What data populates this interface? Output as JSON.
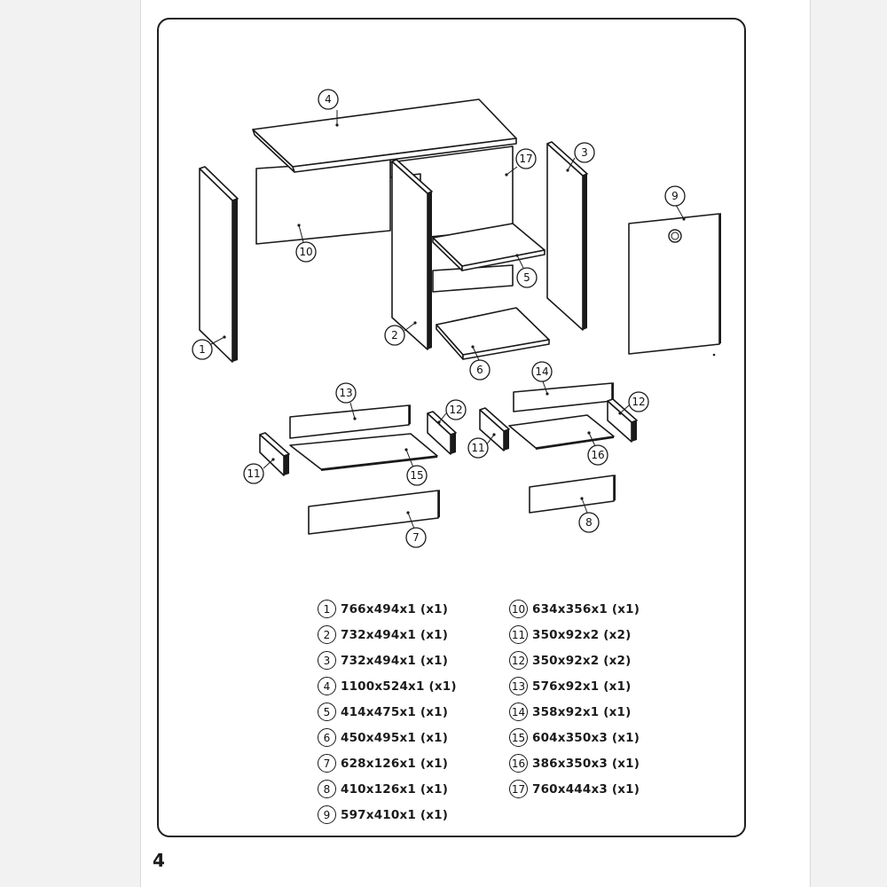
{
  "page_number": "4",
  "badges": {
    "b1": "1",
    "b2": "2",
    "b3": "3",
    "b4": "4",
    "b5": "5",
    "b6": "6",
    "b7": "7",
    "b8": "8",
    "b9": "9",
    "b10": "10",
    "b11a": "11",
    "b11b": "11",
    "b12a": "12",
    "b12b": "12",
    "b13": "13",
    "b14": "14",
    "b15": "15",
    "b16": "16",
    "b17": "17"
  },
  "parts_left": [
    {
      "num": "1",
      "dims": "766x494x1 (x1)"
    },
    {
      "num": "2",
      "dims": "732x494x1 (x1)"
    },
    {
      "num": "3",
      "dims": "732x494x1 (x1)"
    },
    {
      "num": "4",
      "dims": "1100x524x1 (x1)"
    },
    {
      "num": "5",
      "dims": "414x475x1 (x1)"
    },
    {
      "num": "6",
      "dims": "450x495x1 (x1)"
    },
    {
      "num": "7",
      "dims": "628x126x1 (x1)"
    },
    {
      "num": "8",
      "dims": "410x126x1 (x1)"
    },
    {
      "num": "9",
      "dims": "597x410x1 (x1)"
    }
  ],
  "parts_right": [
    {
      "num": "10",
      "dims": "634x356x1 (x1)"
    },
    {
      "num": "11",
      "dims": "350x92x2 (x2)"
    },
    {
      "num": "12",
      "dims": "350x92x2 (x2)"
    },
    {
      "num": "13",
      "dims": "576x92x1 (x1)"
    },
    {
      "num": "14",
      "dims": "358x92x1 (x1)"
    },
    {
      "num": "15",
      "dims": "604x350x3 (x1)"
    },
    {
      "num": "16",
      "dims": "386x350x3 (x1)"
    },
    {
      "num": "17",
      "dims": "760x444x3 (x1)"
    }
  ]
}
